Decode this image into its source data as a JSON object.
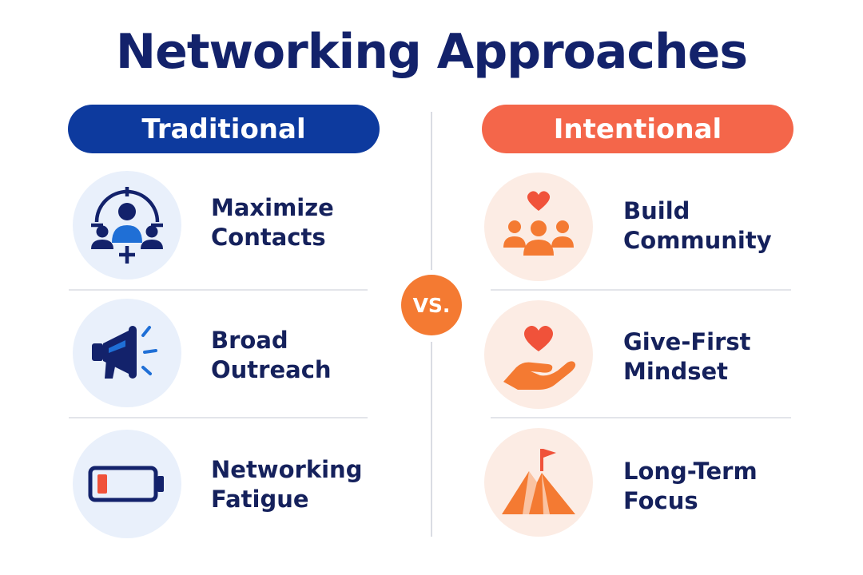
{
  "title": "Networking Approaches",
  "vs_label": "VS.",
  "traditional": {
    "header": "Traditional",
    "items": [
      {
        "line1": "Maximize",
        "line2": "Contacts",
        "icon": "contacts-target-icon"
      },
      {
        "line1": "Broad",
        "line2": "Outreach",
        "icon": "megaphone-icon"
      },
      {
        "line1": "Networking",
        "line2": "Fatigue",
        "icon": "low-battery-icon"
      }
    ]
  },
  "intentional": {
    "header": "Intentional",
    "items": [
      {
        "line1": "Build",
        "line2": "Community",
        "icon": "community-heart-icon"
      },
      {
        "line1": "Give-First",
        "line2": "Mindset",
        "icon": "heart-hand-icon"
      },
      {
        "line1": "Long-Term",
        "line2": "Focus",
        "icon": "mountain-flag-icon"
      }
    ]
  },
  "colors": {
    "navy": "#13226b",
    "traditional_blue": "#0d3a9e",
    "intentional_orange": "#f4664a",
    "vs_orange": "#f47a32",
    "icon_blue_bg": "#e9f0fb",
    "icon_peach_bg": "#fcece4"
  }
}
